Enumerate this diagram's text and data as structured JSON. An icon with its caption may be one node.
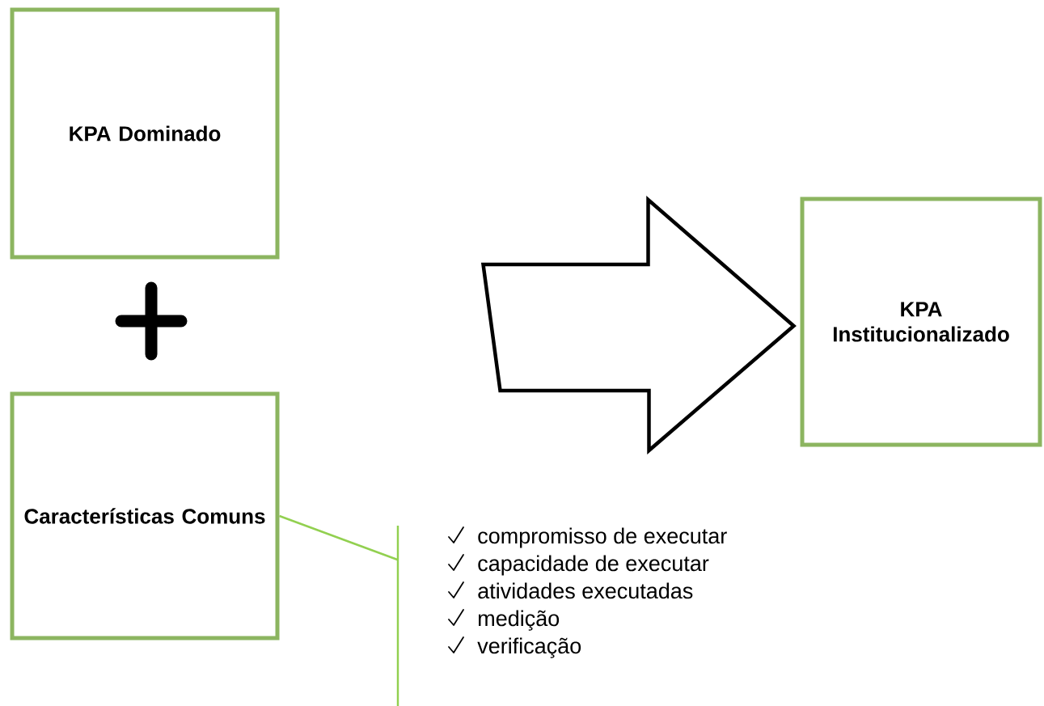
{
  "diagram": {
    "nodes": [
      {
        "text": [
          "KPA Dominado"
        ]
      },
      {
        "text": [
          "Características Comuns"
        ]
      },
      {
        "text": [
          "KPA Institucionalizado"
        ]
      },
      {
        "text": [
          "compromisso de executar",
          "capacidade de executar",
          "atividades executadas",
          "medição",
          "verificação"
        ]
      }
    ],
    "edges": [
      {
        "from": null,
        "to": 2,
        "arrow": "to"
      },
      {
        "from": 1,
        "to": 3,
        "arrow": "none",
        "color": "#92d050"
      }
    ]
  }
}
